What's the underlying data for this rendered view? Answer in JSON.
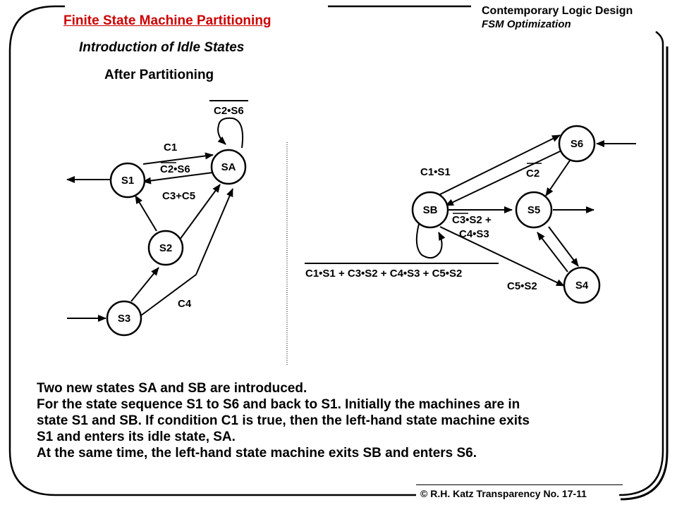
{
  "header": {
    "title": "Finite State Machine Partitioning",
    "subtitle": "Introduction of Idle States",
    "section": "After Partitioning",
    "course": "Contemporary Logic Design",
    "topic": "FSM Optimization"
  },
  "diagram_left": {
    "states": [
      "S1",
      "SA",
      "S2",
      "S3"
    ],
    "edge_labels": {
      "self_loop_sa": "C2•S6",
      "s1_to_sa": "C1",
      "sa_to_s1": "C2•S6",
      "s2_to_sa": "C3+C5",
      "s3_to_sa": "C4"
    }
  },
  "diagram_right": {
    "states": [
      "S6",
      "SB",
      "S5",
      "S4"
    ],
    "edge_labels": {
      "sb_to_s6": "C1•S1",
      "s6_to_sb": "C2",
      "sb_to_s5_line1": "C3•S2 +",
      "sb_to_s5_line2": "C4•S3",
      "sb_self_loop": "C1•S1 + C3•S2 + C4•S3 + C5•S2",
      "sb_to_s4": "C5•S2"
    }
  },
  "body": {
    "lines": [
      "Two new states SA and SB are introduced.",
      "For the state sequence S1 to S6 and back to S1.  Initially the machines are in",
      "state S1 and SB.  If condition C1 is true, then the left-hand state machine exits",
      "S1 and enters its idle state, SA.",
      "At the same time, the left-hand state machine exits SB and enters S6."
    ]
  },
  "footer": {
    "text": "© R.H. Katz   Transparency No. 17-11"
  }
}
